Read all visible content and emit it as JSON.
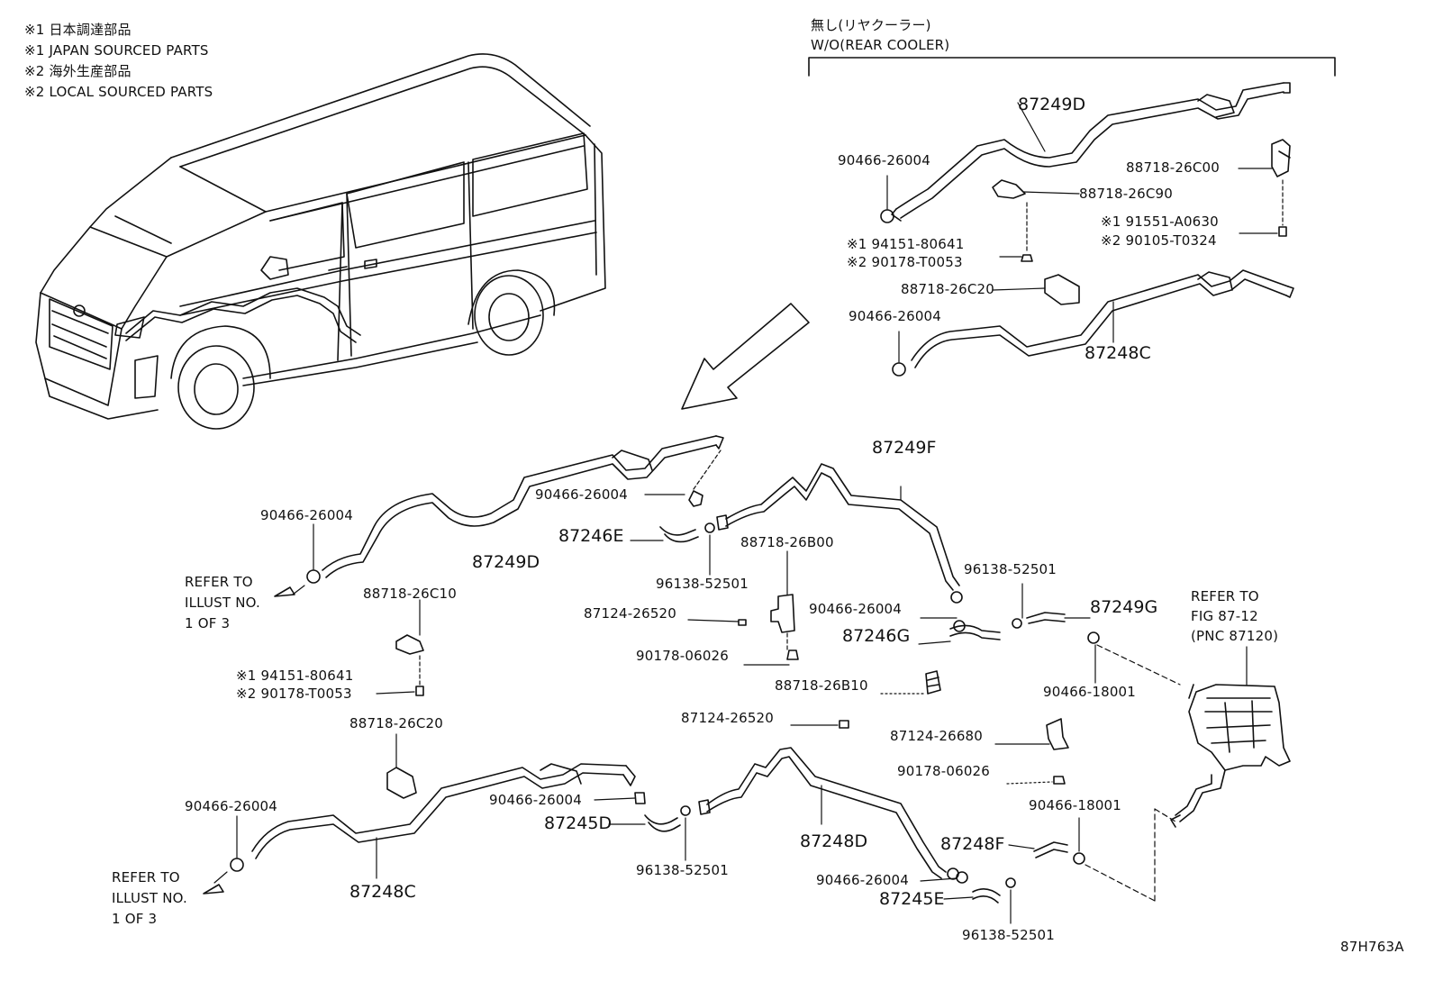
{
  "notes": {
    "line1": "※1 日本調達部品",
    "line2": "※1 JAPAN SOURCED PARTS",
    "line3": "※2 海外生産部品",
    "line4": "※2 LOCAL SOURCED PARTS"
  },
  "rear_cooler": {
    "line1": "無し(リヤクーラー)",
    "line2": "W/O(REAR COOLER)"
  },
  "labels": {
    "tr_87249D": "87249D",
    "tr_90466_a": "90466-26004",
    "tr_88718_26C00": "88718-26C00",
    "tr_88718_26C90": "88718-26C90",
    "tr_91551": "※1 91551-A0630",
    "tr_90105": "※2 90105-T0324",
    "tr_94151": "※1 94151-80641",
    "tr_90178": "※2 90178-T0053",
    "tr_88718_26C20": "88718-26C20",
    "tr_90466_b": "90466-26004",
    "tr_87248C": "87248C",
    "m_90466_left": "90466-26004",
    "m_refer1_a": "REFER TO",
    "m_refer1_b": "ILLUST NO.",
    "m_refer1_c": "1 OF 3",
    "m_87249D": "87249D",
    "m_90466_mid": "90466-26004",
    "m_87246E": "87246E",
    "m_96138_a": "96138-52501",
    "m_88718_26B00": "88718-26B00",
    "m_87249F": "87249F",
    "m_88718_26C10": "88718-26C10",
    "m_87124_a": "87124-26520",
    "m_90178_06026_a": "90178-06026",
    "m_94151": "※1 94151-80641",
    "m_90178_T0053": "※2 90178-T0053",
    "m_90466_g": "90466-26004",
    "m_87246G": "87246G",
    "m_96138_b": "96138-52501",
    "m_87249G": "87249G",
    "m_90466_18001_a": "90466-18001",
    "m_refer_fig_a": "REFER TO",
    "m_refer_fig_b": "FIG 87-12",
    "m_refer_fig_c": "(PNC 87120)",
    "m_88718_26B10": "88718-26B10",
    "m_87124_b": "87124-26520",
    "m_87124_26680": "87124-26680",
    "m_90178_06026_b": "90178-06026",
    "b_88718_26C20": "88718-26C20",
    "b_90466_left": "90466-26004",
    "b_refer_a": "REFER TO",
    "b_refer_b": "ILLUST NO.",
    "b_refer_c": "1 OF 3",
    "b_87248C": "87248C",
    "b_90466_mid": "90466-26004",
    "b_87245D": "87245D",
    "b_96138": "96138-52501",
    "b_87248D": "87248D",
    "b_90466_18001": "90466-18001",
    "b_87248F": "87248F",
    "b_90466_e": "90466-26004",
    "b_87245E": "87245E",
    "b_96138_e": "96138-52501",
    "figure_id": "87H763A"
  }
}
